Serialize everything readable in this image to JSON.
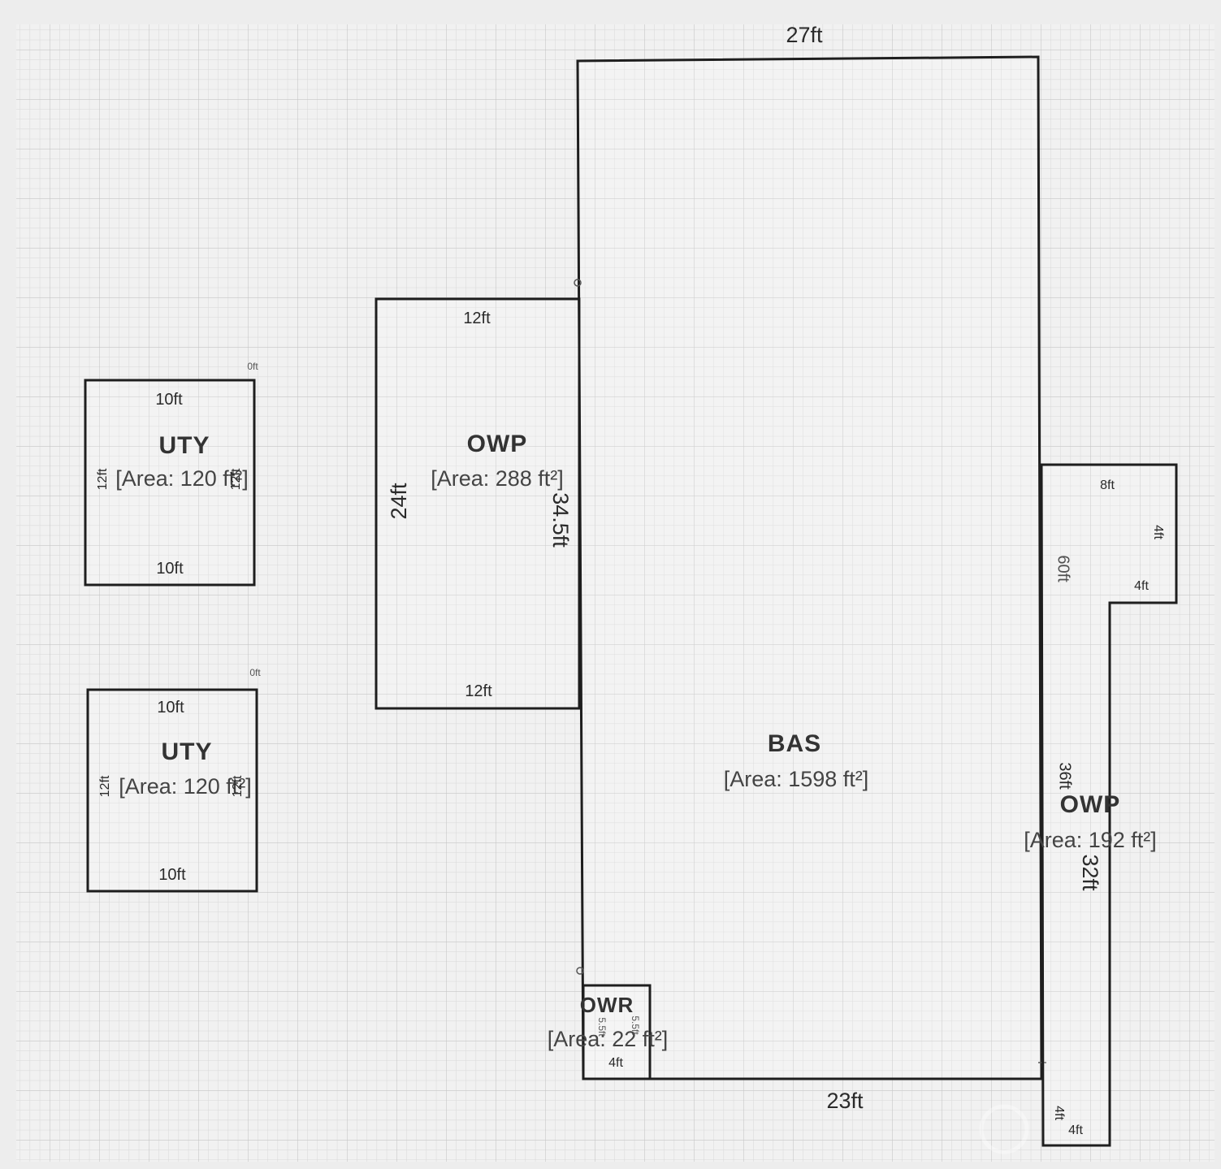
{
  "colors": {
    "line": "#1e1e1e",
    "background": "#ececec",
    "grid": "#d4d4d4"
  },
  "plan": {
    "uty_top": {
      "code": "UTY",
      "area": "[Area: 120 ft²]",
      "top": "10ft",
      "bottom": "10ft",
      "left": "12ft",
      "right": "12ft",
      "corner": "0ft"
    },
    "uty_bottom": {
      "code": "UTY",
      "area": "[Area: 120 ft²]",
      "top": "10ft",
      "bottom": "10ft",
      "left": "12ft",
      "right": "12ft",
      "corner": "0ft"
    },
    "owp_left": {
      "code": "OWP",
      "area": "[Area: 288 ft²]",
      "top": "12ft",
      "bottom": "12ft",
      "left": "24ft",
      "right": "34.5ft"
    },
    "bas": {
      "code": "BAS",
      "area": "[Area: 1598 ft²]",
      "top": "27ft",
      "bottom": "23ft",
      "right": "60ft"
    },
    "owp_right": {
      "code": "OWP",
      "area": "[Area: 192 ft²]",
      "top": "8ft",
      "right": "4ft",
      "notch": "4ft",
      "left": "36ft",
      "inner": "32ft",
      "bottom": "4ft",
      "bottom_side": "4ft"
    },
    "owr": {
      "code": "OWR",
      "area": "[Area: 22 ft²]",
      "bottom": "4ft",
      "left": "5.5ft",
      "right": "5.5ft"
    }
  }
}
